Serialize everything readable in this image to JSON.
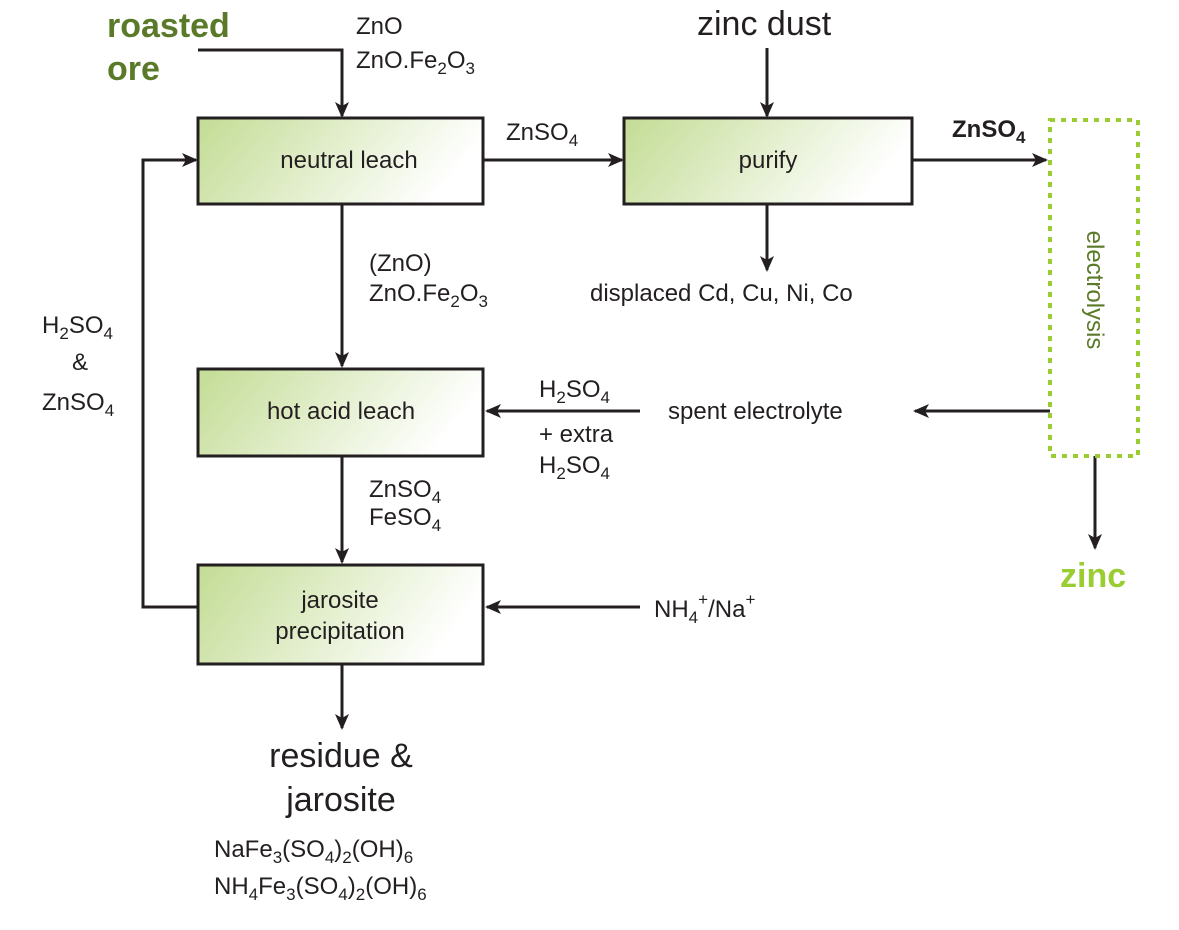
{
  "inputs": {
    "roasted_ore": [
      "roasted",
      "ore"
    ],
    "roasted_ore_species": [
      "ZnO",
      "ZnO.Fe2O3"
    ],
    "zinc_dust": "zinc dust"
  },
  "boxes": {
    "neutral_leach": "neutral leach",
    "purify": "purify",
    "hot_acid_leach": "hot acid leach",
    "jarosite_precipitation": [
      "jarosite",
      "precipitation"
    ],
    "electrolysis": "electrolysis"
  },
  "streams": {
    "neutral_to_purify": "ZnSO4",
    "purify_to_electrolysis": "ZnSO4",
    "neutral_to_hot": [
      "(ZnO)",
      "ZnO.Fe2O3"
    ],
    "hot_to_jarosite": [
      "ZnSO4",
      "FeSO4"
    ],
    "recycle": [
      "H2SO4",
      "&",
      "ZnSO4"
    ],
    "spent_to_hot": [
      "H2SO4",
      "+ extra",
      "H2SO4"
    ],
    "spent_electrolyte": "spent electrolyte",
    "jarosite_reagent": "NH4+/Na+",
    "purify_output": "displaced Cd, Cu, Ni, Co"
  },
  "outputs": {
    "zinc": "zinc",
    "residue": [
      "residue &",
      "jarosite"
    ],
    "formulas": [
      "NaFe3(SO4)2(OH)6",
      "NH4Fe3(SO4)2(OH)6"
    ]
  },
  "colors": {
    "box_fill_dark": "#c3dc94",
    "box_fill_light": "#ffffff",
    "accent_green": "#5a7a2a",
    "lime": "#9acd32",
    "ink": "#231f20"
  }
}
